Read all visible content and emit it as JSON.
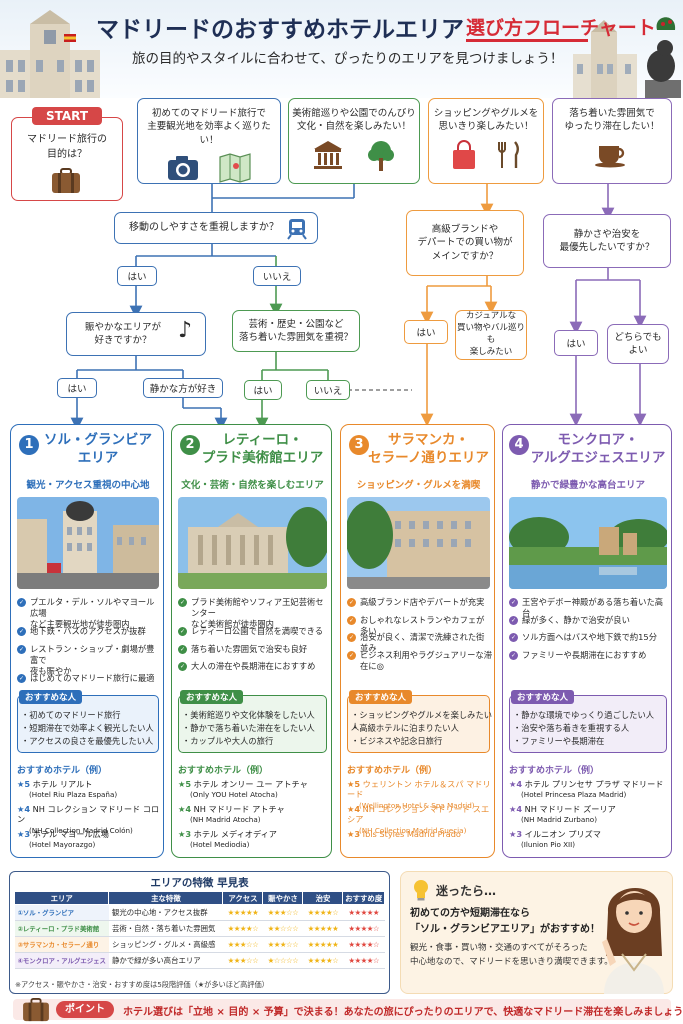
{
  "header": {
    "title": "マドリードのおすすめホテルエリア",
    "title_accent": "選び方フローチャート",
    "subtitle": "旅の目的やスタイルに合わせて、ぴったりのエリアを見つけましょう！"
  },
  "start": {
    "tag": "START",
    "question": "マドリード旅行の\n目的は？"
  },
  "purposes": [
    {
      "text": "初めてのマドリード旅行で\n主要観光地を効率よく巡りたい！",
      "icons": [
        "camera-icon",
        "map-icon"
      ]
    },
    {
      "text": "美術館巡りや公園でのんびり\n文化・自然を楽しみたい！",
      "icons": [
        "museum-icon",
        "tree-icon"
      ]
    },
    {
      "text": "ショッピングやグルメを\n思いきり楽しみたい！",
      "icons": [
        "shopping-bag-icon",
        "cutlery-icon"
      ]
    },
    {
      "text": "落ち着いた雰囲気で\nゆったり滞在したい！",
      "icons": [
        "coffee-cup-icon"
      ]
    }
  ],
  "questions": {
    "q_access": "移動のしやすさを重視しますか？",
    "q_lively": "賑やかなエリアが\n好きですか？",
    "q_art": "芸術・歴史・公園など\n落ち着いた雰囲気を重視？",
    "q_brand": "高級ブランドや\nデパートでの買い物が\nメインですか？",
    "q_quiet": "静かさや治安を\n最優先したいですか？"
  },
  "answers": {
    "yes": "はい",
    "no": "いいえ",
    "quiet_pref": "静かな方が好き",
    "casual": "カジュアルな\n買い物やバル巡りも\n楽しみたい",
    "either": "どちらでも\nよい"
  },
  "areas": [
    {
      "num": "1",
      "name": "ソル・グランビア\nエリア",
      "tagline": "観光・アクセス重視の中心地",
      "features": [
        "プエルタ・デル・ソルやマヨール広場\nなど主要観光地が徒歩圏内",
        "地下鉄・バスのアクセスが抜群",
        "レストラン・ショップ・劇場が豊富で\n夜も賑やか",
        "はじめてのマドリード旅行に最適"
      ],
      "rec_tag": "おすすめな人",
      "rec": [
        "・初めてのマドリード旅行",
        "・短期滞在で効率よく観光したい人",
        "・アクセスの良さを最優先したい人"
      ],
      "hotel_header": "おすすめホテル（例）",
      "hotels": [
        {
          "stars": "★5",
          "name": "ホテル リアルト",
          "en": "(Hotel Riu Plaza España)"
        },
        {
          "stars": "★4",
          "name": "NH コレクション マドリード コロン",
          "en": "(NH Collection Madrid Colón)"
        },
        {
          "stars": "★3",
          "name": "ホテル マヨール広場",
          "en": "(Hotel Mayorazgo)"
        }
      ],
      "color": "#2e6fba"
    },
    {
      "num": "2",
      "name": "レティーロ・\nプラド美術館エリア",
      "tagline": "文化・芸術・自然を楽しむエリア",
      "features": [
        "プラド美術館やソフィア王妃芸術センター\nなど美術館が徒歩圏内",
        "レティーロ公園で自然を満喫できる",
        "落ち着いた雰囲気で治安も良好",
        "大人の滞在や長期滞在におすすめ"
      ],
      "rec_tag": "おすすめな人",
      "rec": [
        "・美術館巡りや文化体験をしたい人",
        "・静かで落ち着いた滞在をしたい人",
        "・カップルや大人の旅行"
      ],
      "hotel_header": "おすすめホテル（例）",
      "hotels": [
        {
          "stars": "★5",
          "name": "ホテル オンリー ユー アトチャ",
          "en": "(Only YOU Hotel Atocha)"
        },
        {
          "stars": "★4",
          "name": "NH マドリード アトチャ",
          "en": "(NH Madrid Atocha)"
        },
        {
          "stars": "★3",
          "name": "ホテル メディオディア",
          "en": "(Hotel Mediodia)"
        }
      ],
      "color": "#3f8f47"
    },
    {
      "num": "3",
      "name": "サラマンカ・\nセラーノ通りエリア",
      "tagline": "ショッピング・グルメを満喫",
      "features": [
        "高級ブランド店やデパートが充実",
        "おしゃれなレストランやカフェが多い",
        "治安が良く、清潔で洗練された街並み",
        "ビジネス利用やラグジュアリーな滞在に◎"
      ],
      "rec_tag": "おすすめな人",
      "rec": [
        "・ショッピングやグルメを楽しみたい人",
        "・高級ホテルに泊まりたい人",
        "・ビジネスや記念日旅行"
      ],
      "hotel_header": "おすすめホテル（例）",
      "hotels": [
        {
          "stars": "★5",
          "name": "ウェリントン ホテル＆スパ マドリード",
          "en": "(Wellington Hotel & Spa Madrid)"
        },
        {
          "stars": "★4",
          "name": "NH コレクション マドリード スエシア",
          "en": "(NH Collection Madrid Suecia)"
        },
        {
          "stars": "★3",
          "name": "Ibis Styles Madrid Prado",
          "en": ""
        }
      ],
      "color": "#e8892b"
    },
    {
      "num": "4",
      "name": "モンクロア・\nアルグエジェスエリア",
      "tagline": "静かで緑豊かな高台エリア",
      "features": [
        "王宮やデボー神殿がある落ち着いた高台",
        "緑が多く、静かで治安が良い",
        "ソル方面へはバスや地下鉄で約15分",
        "ファミリーや長期滞在におすすめ"
      ],
      "rec_tag": "おすすめな人",
      "rec": [
        "・静かな環境でゆっくり過ごしたい人",
        "・治安や落ち着きを重視する人",
        "・ファミリーや長期滞在"
      ],
      "hotel_header": "おすすめホテル（例）",
      "hotels": [
        {
          "stars": "★4",
          "name": "ホテル プリンセサ プラザ マドリード",
          "en": "(Hotel Princesa Plaza Madrid)"
        },
        {
          "stars": "★4",
          "name": "NH マドリード ズーリア",
          "en": "(NH Madrid Zurbano)"
        },
        {
          "stars": "★3",
          "name": "イルニオン プリズマ",
          "en": "(Ilunion Pio XII)"
        }
      ],
      "color": "#7d5bb0"
    }
  ],
  "table": {
    "title": "エリアの特徴 早見表",
    "headers": [
      "エリア",
      "主な特徴",
      "アクセス",
      "賑やかさ",
      "治安",
      "おすすめ度"
    ],
    "rows": [
      [
        "①ソル・グランビア",
        "観光の中心地・アクセス抜群",
        "★★★★★",
        "★★★☆☆",
        "★★★★☆",
        "★★★★★"
      ],
      [
        "②レティーロ・プラド美術館",
        "芸術・自然・落ち着いた雰囲気",
        "★★★★☆",
        "★★☆☆☆",
        "★★★★★",
        "★★★★☆"
      ],
      [
        "③サラマンカ・セラーノ通り",
        "ショッピング・グルメ・高級感",
        "★★★☆☆",
        "★★★☆☆",
        "★★★★★",
        "★★★★☆"
      ],
      [
        "④モンクロア・アルグエジェス",
        "静かで緑が多い高台エリア",
        "★★★☆☆",
        "★☆☆☆☆",
        "★★★★☆",
        "★★★★☆"
      ]
    ],
    "note": "※アクセス・賑やかさ・治安・おすすめ度は5段階評価（★が多いほど高評価）"
  },
  "lost": {
    "heading": "迷ったら…",
    "lead": "初めての方や短期滞在なら\n「ソル・グランビアエリア」がおすすめ！",
    "body": "観光・食事・買い物・交通のすべてがそろった\n中心地なので、マドリードを思いきり満喫できます。"
  },
  "point": {
    "tag": "ポイント",
    "text": "ホテル選びは「立地 × 目的 × 予算」で決まる！あなたの旅にぴったりのエリアで、快適なマドリード滞在を楽しみましょう♪"
  }
}
